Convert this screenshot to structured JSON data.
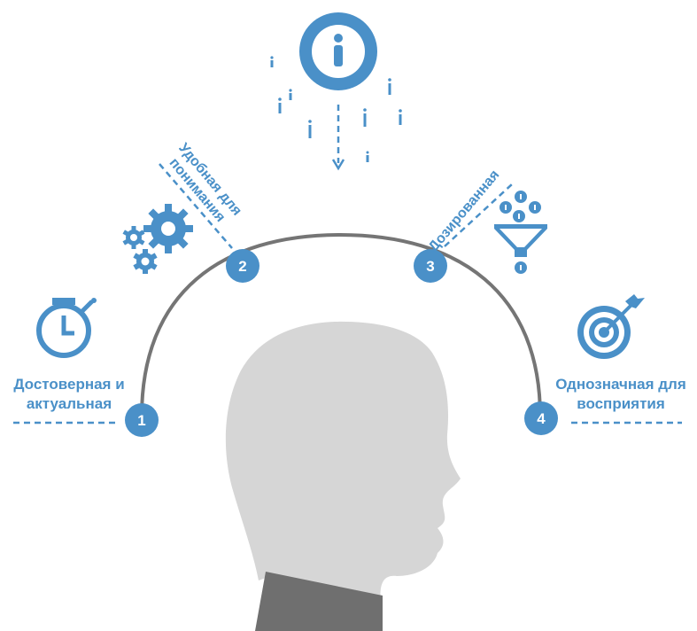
{
  "colors": {
    "accent": "#4a90c8",
    "arc": "#757575",
    "head": "#d6d6d6",
    "collar": "#6f6f6f"
  },
  "icons": [
    "info-icon",
    "stopwatch-icon",
    "gears-icon",
    "funnel-icon",
    "target-icon"
  ],
  "steps": [
    {
      "number": "1",
      "label_line1": "Достоверная и",
      "label_line2": "актуальная"
    },
    {
      "number": "2",
      "label_line1": "Удобная для",
      "label_line2": "понимания"
    },
    {
      "number": "3",
      "label_line1": "Дозированная",
      "label_line2": ""
    },
    {
      "number": "4",
      "label_line1": "Однозначная для",
      "label_line2": "восприятия"
    }
  ]
}
